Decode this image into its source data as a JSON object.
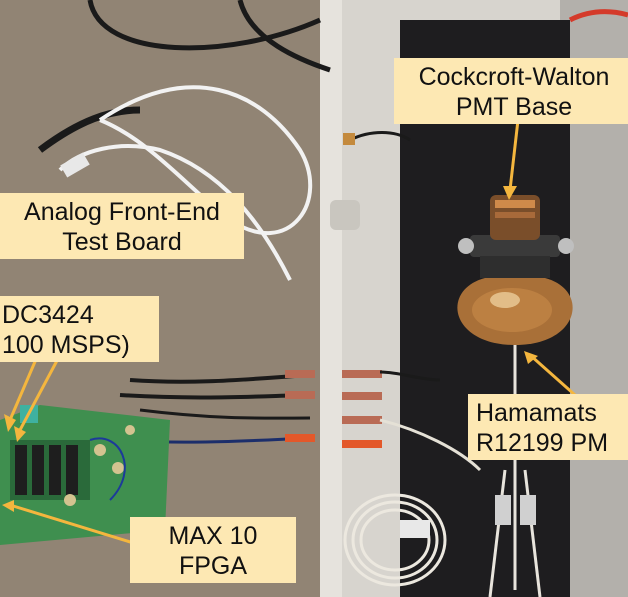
{
  "annotations": {
    "cockcroft_walton": {
      "line1": "Cockcroft-Walton",
      "line2": "PMT Base"
    },
    "analog_front_end": {
      "line1": "Analog Front-End",
      "line2": "Test Board"
    },
    "adc": {
      "line1": "DC3424",
      "line2": "100 MSPS)"
    },
    "hamamatsu": {
      "line1": "Hamamats",
      "line2": "R12199 PM"
    },
    "max10": {
      "line1": "MAX 10",
      "line2": "FPGA"
    }
  },
  "colors": {
    "label_background": "#fde8b3",
    "arrow": "#f4b63e",
    "pcb_green": "#3f8f4f",
    "enclosure": "#d9d6d0",
    "pmt_glass": "#b2773a"
  },
  "icons": [
    "arrow-icon",
    "pmt-tube-icon",
    "pcb-board-icon",
    "cable-icon"
  ]
}
